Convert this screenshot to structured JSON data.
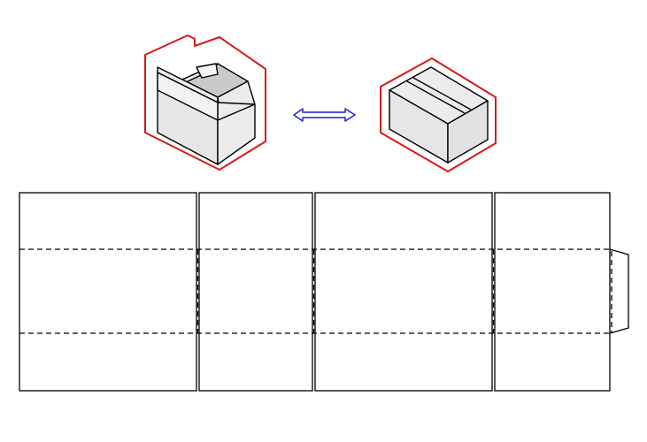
{
  "colors": {
    "outline_halo": "#d61a1a",
    "arrow": "#1a1acc",
    "box_face_light": "#ececec",
    "box_face_mid": "#e2e2e2",
    "box_interior": "#c9c9c9",
    "line": "#000000"
  },
  "icons": {
    "open_box": "open-box-icon",
    "closed_box": "closed-box-icon",
    "transform_arrow": "double-arrow-icon"
  },
  "dieline": {
    "panel_count": 4,
    "panels": [
      "panel-1",
      "panel-2",
      "panel-3",
      "panel-4"
    ],
    "glue_flap": true,
    "fold_rows": 2
  }
}
